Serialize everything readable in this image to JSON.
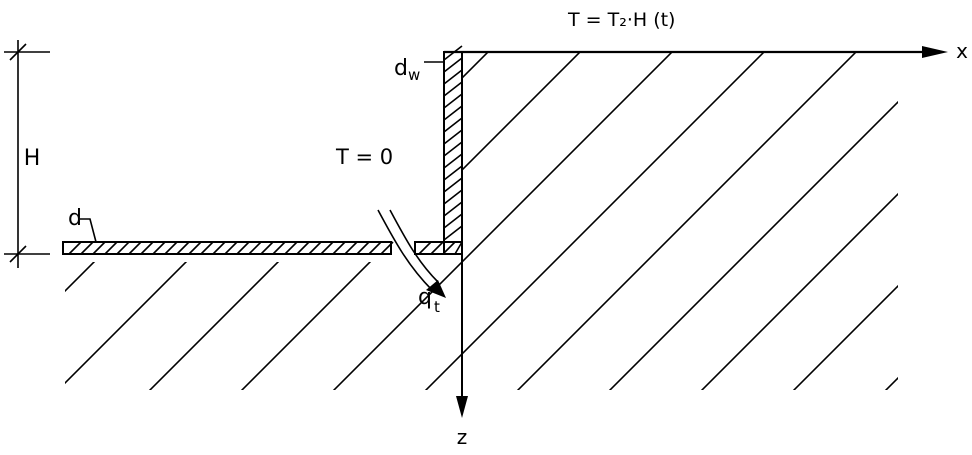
{
  "diagram": {
    "labels": {
      "surface_temperature": "T = T₂·H (t)",
      "x_axis": "x",
      "z_axis": "z",
      "wall_thickness": "d",
      "wall_thickness_sub": "w",
      "depth": "H",
      "slab_thickness": "d",
      "inside_temperature": "T = 0",
      "heat_flow": "q",
      "heat_flow_sub": "t"
    },
    "colors": {
      "ink": "#000000",
      "background": "#ffffff"
    }
  }
}
